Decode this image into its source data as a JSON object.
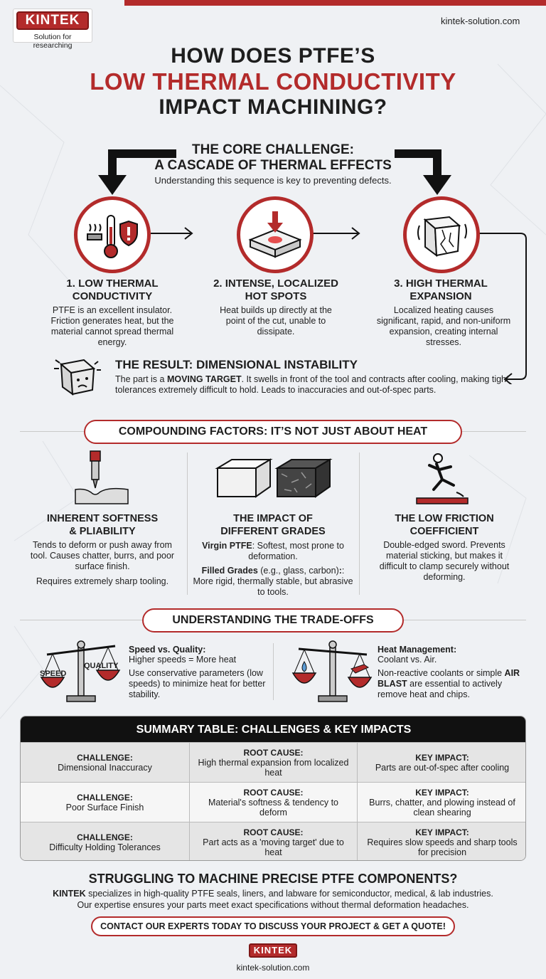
{
  "header": {
    "logo": "KINTEK",
    "tagline": "Solution for researching",
    "website": "kintek-solution.com"
  },
  "title": {
    "line1": "HOW DOES PTFE’S",
    "line2": "LOW THERMAL CONDUCTIVITY",
    "line3": "IMPACT MACHINING?"
  },
  "core": {
    "heading1": "THE CORE CHALLENGE:",
    "heading2": "A CASCADE OF THERMAL EFFECTS",
    "subtitle": "Understanding this sequence is key to preventing defects.",
    "steps": [
      {
        "title1": "1. LOW THERMAL",
        "title2": "CONDUCTIVITY",
        "body": "PTFE is an excellent insulator. Friction generates heat, but the material cannot spread thermal energy."
      },
      {
        "title1": "2. INTENSE, LOCALIZED",
        "title2": "HOT SPOTS",
        "body": "Heat builds up directly at the point of the cut, unable to dissipate."
      },
      {
        "title1": "3. HIGH THERMAL",
        "title2": "EXPANSION",
        "body": "Localized heating causes significant, rapid, and non-uniform expansion, creating internal stresses."
      }
    ]
  },
  "result": {
    "title": "THE RESULT: DIMENSIONAL INSTABILITY",
    "body_pre": "The part is a ",
    "body_strong": "MOVING TARGET",
    "body_post": ". It swells in front of the tool and contracts after cooling, making tight tolerances extremely difficult to hold. Leads to inaccuracies and out-of-spec parts."
  },
  "compounding": {
    "heading": "COMPOUNDING FACTORS: IT’S NOT JUST ABOUT HEAT",
    "softness": {
      "title1": "INHERENT SOFTNESS",
      "title2": "& PLIABILITY",
      "body": "Tends to deform or push away from tool. Causes chatter, burrs, and poor surface finish.",
      "body2": "Requires extremely sharp tooling."
    },
    "grades": {
      "title1": "THE IMPACT OF",
      "title2": "DIFFERENT GRADES",
      "virgin_label": "Virgin PTFE",
      "virgin_body": ": Softest, most prone to deformation.",
      "filled_label": "Filled Grades",
      "filled_mid": " (e.g., glass, carbon)",
      "filled_body": ": More rigid, thermally stable, but abrasive to tools."
    },
    "friction": {
      "title1": "THE LOW FRICTION",
      "title2": "COEFFICIENT",
      "body": "Double-edged sword. Prevents material sticking, but makes it difficult to clamp securely without deforming."
    }
  },
  "tradeoffs": {
    "heading": "UNDERSTANDING THE TRADE-OFFS",
    "speed_label": "SPEED",
    "quality_label": "QUALITY",
    "left_title": "Speed vs. Quality:",
    "left_line1": "Higher speeds = More heat",
    "left_body": "Use conservative parameters (low speeds) to minimize heat for better stability.",
    "right_title": "Heat Management:",
    "right_line1": "Coolant vs. Air.",
    "right_body_pre": "Non-reactive coolants or simple ",
    "right_body_strong": "AIR BLAST",
    "right_body_post": " are essential to actively remove heat and chips."
  },
  "table": {
    "heading": "SUMMARY TABLE: CHALLENGES & KEY IMPACTS",
    "challenge_label": "CHALLENGE:",
    "cause_label": "ROOT CAUSE:",
    "impact_label": "KEY IMPACT:",
    "rows": [
      {
        "challenge": "Dimensional Inaccuracy",
        "cause": "High thermal expansion from localized heat",
        "impact": "Parts are out-of-spec after cooling"
      },
      {
        "challenge": "Poor Surface Finish",
        "cause": "Material's softness & tendency to deform",
        "impact": "Burrs, chatter, and plowing instead of clean shearing"
      },
      {
        "challenge": "Difficulty Holding Tolerances",
        "cause": "Part acts as a 'moving target' due to heat",
        "impact": "Requires slow speeds and sharp tools for precision"
      }
    ]
  },
  "cta": {
    "title": "STRUGGLING TO MACHINE PRECISE PTFE COMPONENTS?",
    "brand": "KINTEK",
    "body1": " specializes in high-quality PTFE seals, liners, and labware for semiconductor, medical, & lab industries.",
    "body2": "Our expertise ensures your parts meet exact specifications without thermal deformation headaches.",
    "button": "CONTACT OUR EXPERTS TODAY TO DISCUSS YOUR PROJECT & GET A QUOTE!"
  },
  "footer": {
    "logo": "KINTEK",
    "website": "kintek-solution.com"
  },
  "colors": {
    "accent": "#b32b2b",
    "dark": "#111111",
    "background": "#eff1f4"
  }
}
